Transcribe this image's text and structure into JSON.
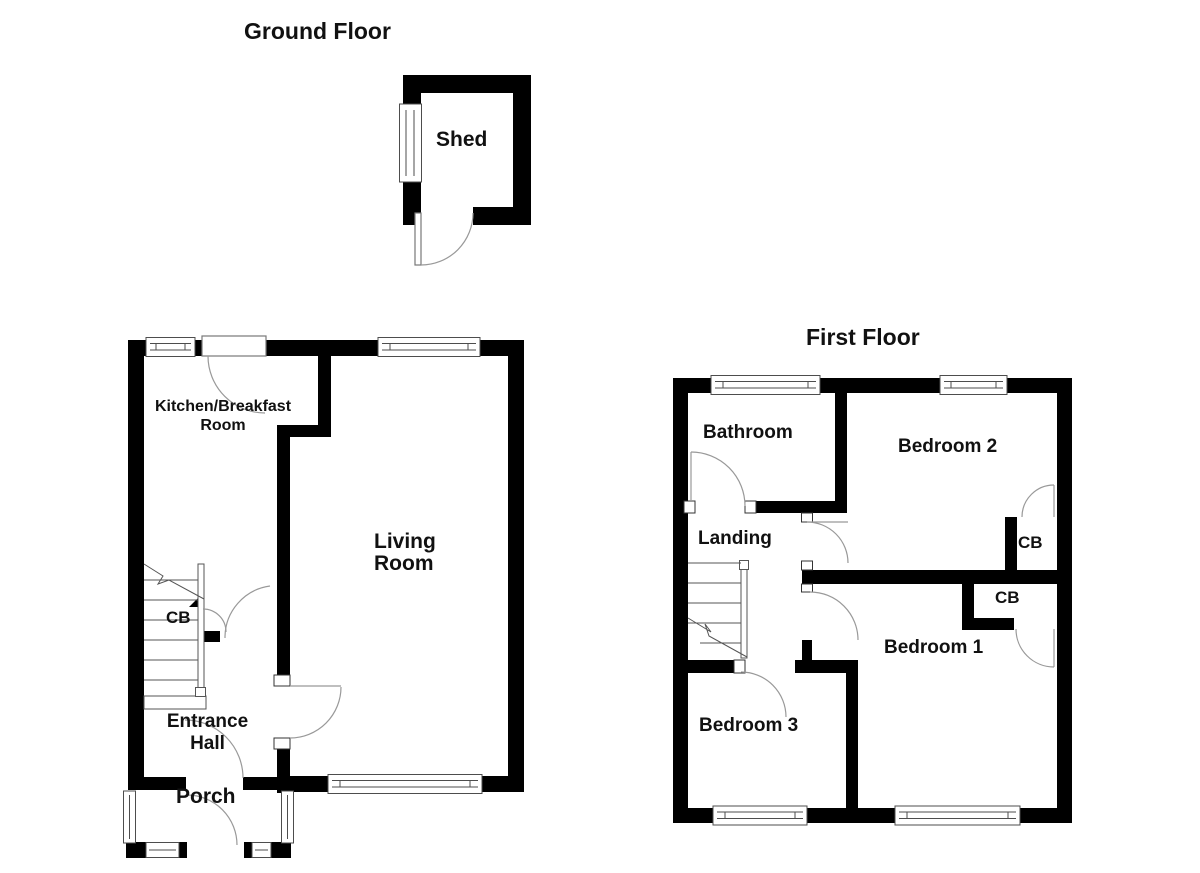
{
  "ground_floor": {
    "title": "Ground Floor",
    "labels": {
      "shed": "Shed",
      "kitchen": "Kitchen/Breakfast Room",
      "living_room": "Living Room",
      "cupboard": "CB",
      "entrance_hall": "Entrance Hall",
      "porch": "Porch"
    }
  },
  "first_floor": {
    "title": "First Floor",
    "labels": {
      "bathroom": "Bathroom",
      "bedroom2": "Bedroom 2",
      "landing": "Landing",
      "cupboard_top": "CB",
      "cupboard_bottom": "CB",
      "bedroom1": "Bedroom 1",
      "bedroom3": "Bedroom 3"
    }
  },
  "colors": {
    "wall": "#000000",
    "window_line": "#4d4d4d",
    "door_arc": "#999999",
    "background": "#ffffff",
    "text": "#111111"
  }
}
